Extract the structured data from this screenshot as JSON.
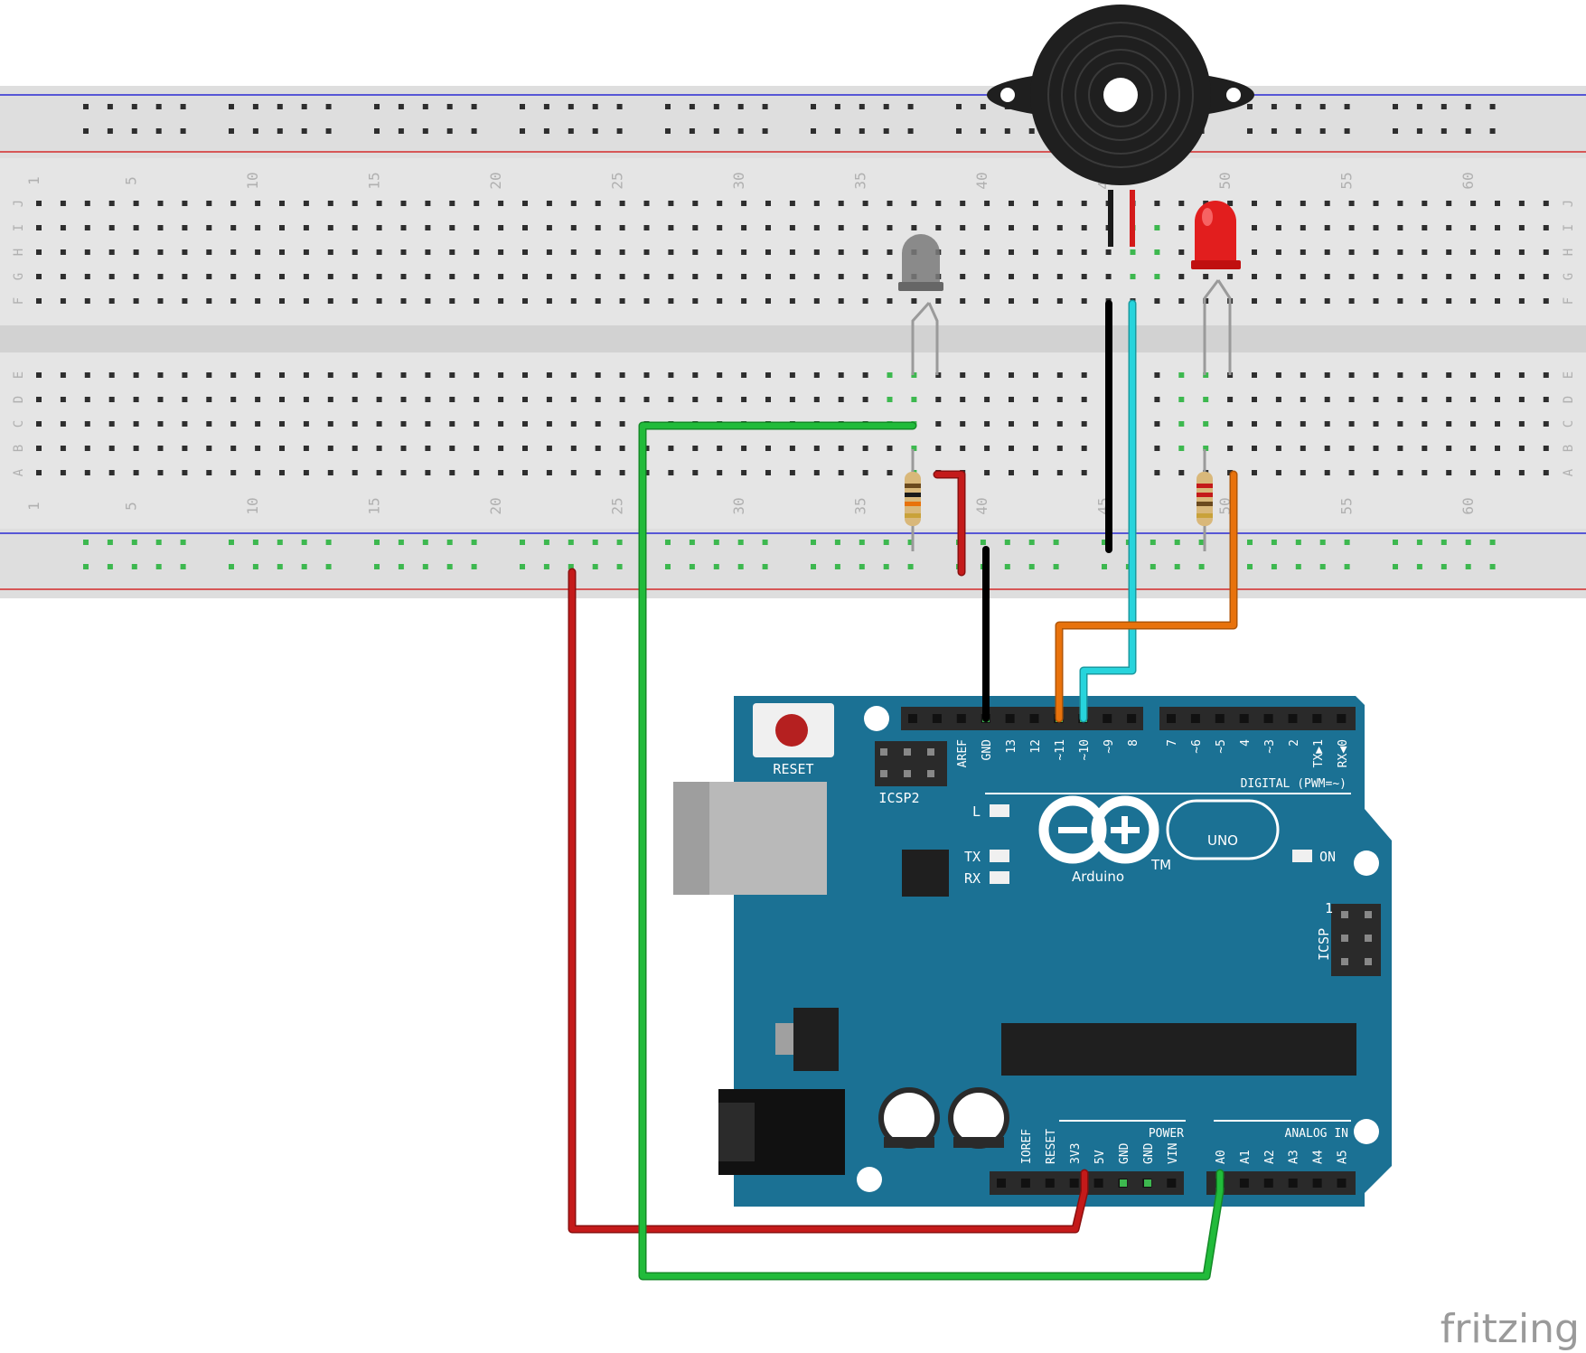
{
  "breadboard": {
    "column_numbers": [
      "1",
      "5",
      "10",
      "15",
      "20",
      "25",
      "30",
      "35",
      "40",
      "45",
      "50",
      "55",
      "60"
    ],
    "top_row_letters": [
      "J",
      "I",
      "H",
      "G",
      "F"
    ],
    "bottom_row_letters": [
      "E",
      "D",
      "C",
      "B",
      "A"
    ]
  },
  "arduino": {
    "reset_label": "RESET",
    "icsp2_label": "ICSP2",
    "icsp_label": "ICSP",
    "icsp_pin1": "1",
    "brand": "Arduino",
    "trademark": "TM",
    "model": "UNO",
    "led_l": "L",
    "led_tx": "TX",
    "led_rx": "RX",
    "led_on": "ON",
    "digital_label": "DIGITAL (PWM=~)",
    "power_label": "POWER",
    "analog_label": "ANALOG IN",
    "digital_pins": [
      "AREF",
      "GND",
      "13",
      "12",
      "~11",
      "~10",
      "~9",
      "8",
      "7",
      "~6",
      "~5",
      "4",
      "~3",
      "2",
      "TX▶1",
      "RX◀0"
    ],
    "power_pins": [
      "IOREF",
      "RESET",
      "3V3",
      "5V",
      "GND",
      "GND",
      "VIN"
    ],
    "analog_pins": [
      "A0",
      "A1",
      "A2",
      "A3",
      "A4",
      "A5"
    ]
  },
  "watermark": "fritzing",
  "colors": {
    "board": "#1b7194",
    "breadboard": "#e5e5e5",
    "wire_red": "#c41a1a",
    "wire_green": "#21bb3a",
    "wire_black": "#1a1a1a",
    "wire_cyan": "#27d4dc",
    "wire_orange": "#e8720c"
  }
}
